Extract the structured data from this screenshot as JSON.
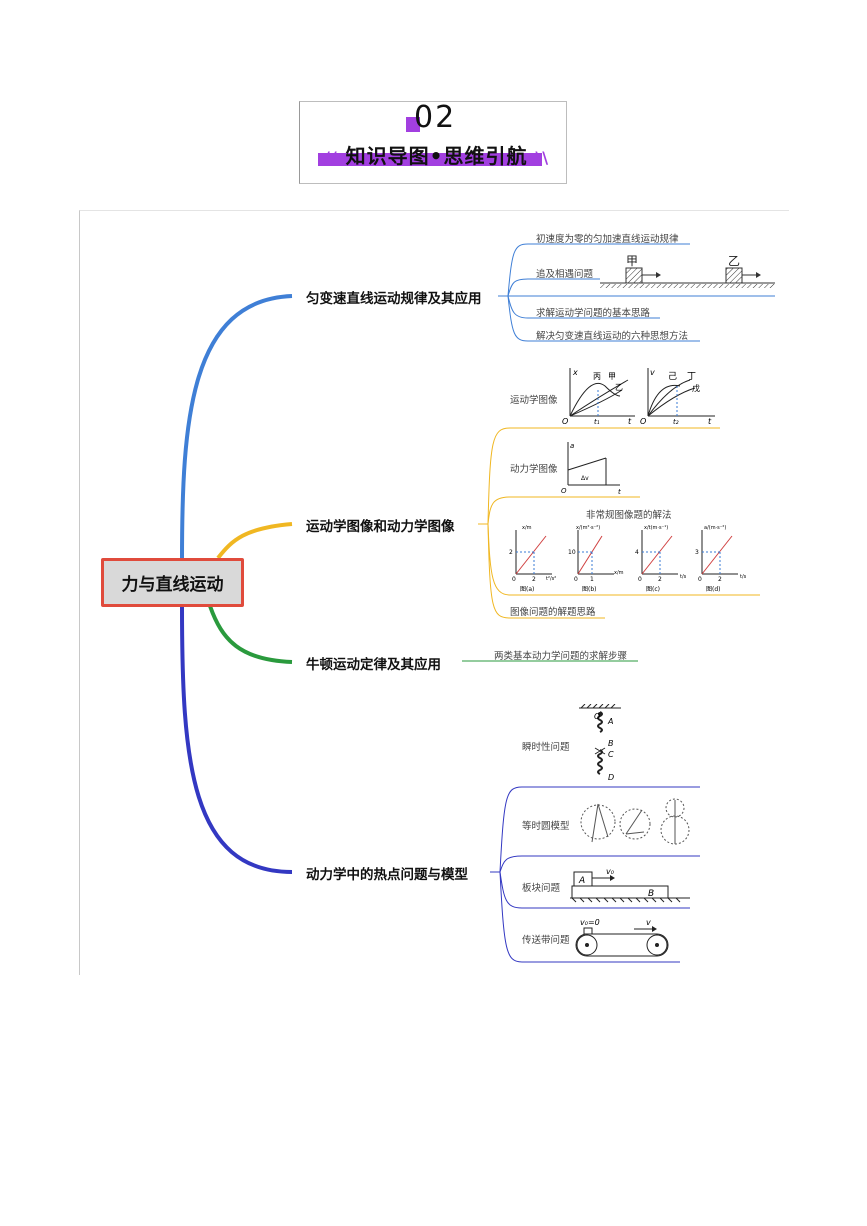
{
  "header": {
    "number": "02",
    "title": "知识导图•思维引航",
    "slashes_left": "//",
    "slashes_right": "\\\\"
  },
  "root": {
    "label": "力与直线运动"
  },
  "branches": [
    {
      "label": "匀变速直线运动规律及其应用",
      "color": "#3f7fd6",
      "leaves": [
        "初速度为零的匀加速直线运动规律",
        "追及相遇问题",
        "求解运动学问题的基本思路",
        "解决匀变速直线运动的六种思想方法"
      ],
      "figure_labels": {
        "a": "甲",
        "b": "乙"
      }
    },
    {
      "label": "运动学图像和动力学图像",
      "color": "#f0b722",
      "leaves": [
        "运动学图像",
        "动力学图像",
        "非常规图像题的解法",
        "图像问题的解题思路"
      ],
      "graph1": {
        "y": "x",
        "x": "t",
        "o": "O",
        "t1": "t₁",
        "curves": [
          "丙",
          "甲",
          "乙"
        ]
      },
      "graph2": {
        "y": "v",
        "x": "t",
        "o": "O",
        "t2": "t₂",
        "curves": [
          "己",
          "丁",
          "戊"
        ]
      },
      "graph3": {
        "y": "a",
        "x": "t",
        "o": "O",
        "delta": "Δv"
      },
      "mini_graphs": [
        {
          "ylab": "x/m",
          "xlab": "t²/s²",
          "tick_y": "2",
          "tick_x": "2",
          "o": "0",
          "cap": "图(a)"
        },
        {
          "ylab": "x/(m²·s⁻²)",
          "xlab": "x/m",
          "tick_y": "10",
          "tick_x": "1",
          "o": "0",
          "cap": "图(b)"
        },
        {
          "ylab": "x/t(m·s⁻¹)",
          "xlab": "t/s",
          "tick_y": "4",
          "tick_x": "2",
          "o": "0",
          "cap": "图(c)"
        },
        {
          "ylab": "a/(m·s⁻²)",
          "xlab": "t/s",
          "tick_y": "3",
          "tick_x": "2",
          "o": "0",
          "cap": "图(d)"
        }
      ]
    },
    {
      "label": "牛顿运动定律及其应用",
      "color": "#2a9a3d",
      "leaves": [
        "两类基本动力学问题的求解步骤"
      ]
    },
    {
      "label": "动力学中的热点问题与模型",
      "color": "#3338c2",
      "leaves": [
        "瞬时性问题",
        "等时圆模型",
        "板块问题",
        "传送带问题"
      ],
      "spring_labels": [
        "O",
        "A",
        "B",
        "C",
        "D"
      ],
      "board_labels": {
        "a": "A",
        "b": "B",
        "v": "v₀"
      },
      "belt_labels": {
        "v0": "v₀=0",
        "v": "v"
      }
    }
  ]
}
